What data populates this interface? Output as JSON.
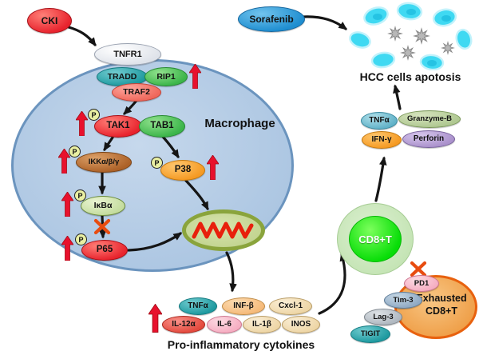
{
  "nodes": {
    "cki": "CKI",
    "sorafenib": "Sorafenib",
    "tnfr1": "TNFR1",
    "tradd": "TRADD",
    "rip1": "RIP1",
    "traf2": "TRAF2",
    "tak1": "TAK1",
    "tab1": "TAB1",
    "ikk": "IKKα/β/γ",
    "p38": "P38",
    "ikba": "IκBα",
    "p65": "P65",
    "cd8t": "CD8+T",
    "exhausted_cd8t": "Exhausted CD8+T"
  },
  "labels": {
    "macrophage": "Macrophage",
    "hcc": "HCC cells apotosis",
    "pro_inflammatory": "Pro-inflammatory cytokines",
    "phospho": "P"
  },
  "cytokines": {
    "row1": [
      "TNFα",
      "INF-β",
      "Cxcl-1"
    ],
    "row2": [
      "IL-12α",
      "IL-6",
      "IL-1β",
      "INOS"
    ]
  },
  "effectors": [
    "TNFα",
    "Granzyme-B",
    "IFN-γ",
    "Perforin"
  ],
  "exhaustion_markers": [
    "PD1",
    "Tim-3",
    "Lag-3",
    "TIGIT"
  ],
  "colors": {
    "red_node": "#e8232d",
    "green_node": "#3cb54a",
    "teal_node": "#1f9aa0",
    "brown_node": "#ad6228",
    "orange_node": "#f59a23",
    "blue_node": "#1f8ed0",
    "macrophage_fill": "#b7cde6",
    "macrophage_border": "#6b94be",
    "nucleus_fill": "#ccdc9e",
    "nucleus_border": "#8aa43c",
    "cd8t_green": "#07dd07",
    "hcc_cell_cyan": "#3fd9f2",
    "apoptotic_gray": "#b8b8b8",
    "increase_arrow_red": "#e8112d",
    "inhibit_x_orange": "#e84c10",
    "exhausted_fill": "#ef9f48",
    "exhausted_border": "#e8610e"
  }
}
